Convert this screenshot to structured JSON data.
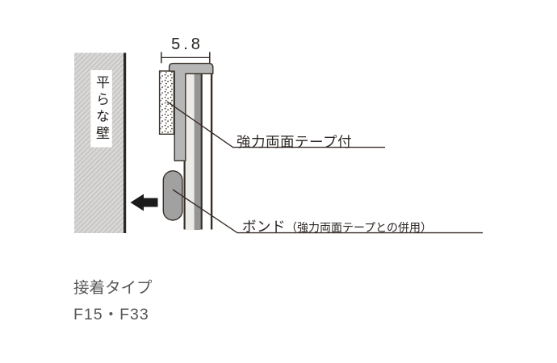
{
  "diagram": {
    "wall_label": "平らな壁",
    "dimension_value": "5.8",
    "labels": {
      "tape": "強力両面テープ付",
      "bond": "ボンド",
      "bond_note": "（強力両面テープとの併用）"
    },
    "caption": {
      "line1": "接着タイプ",
      "line2": "F15・F33"
    },
    "icons": {
      "arrow": "left-arrow"
    },
    "colors": {
      "outline": "#383028",
      "frame_fill": "#b6b6b6",
      "panel_light": "#edebe8",
      "panel_gray": "#959595",
      "bond_fill": "#a1a1a1",
      "tape_fill": "#ffffff",
      "wall_fill": "#d8d7d6",
      "wall_hatch": "#c0bfbe",
      "wall_edge": "#2c2826",
      "arrow_color": "#1b1b1b",
      "leader_color": "#3a2e2a",
      "caption_text": "#595757",
      "label_text": "#262220",
      "background": "#ffffff"
    }
  }
}
